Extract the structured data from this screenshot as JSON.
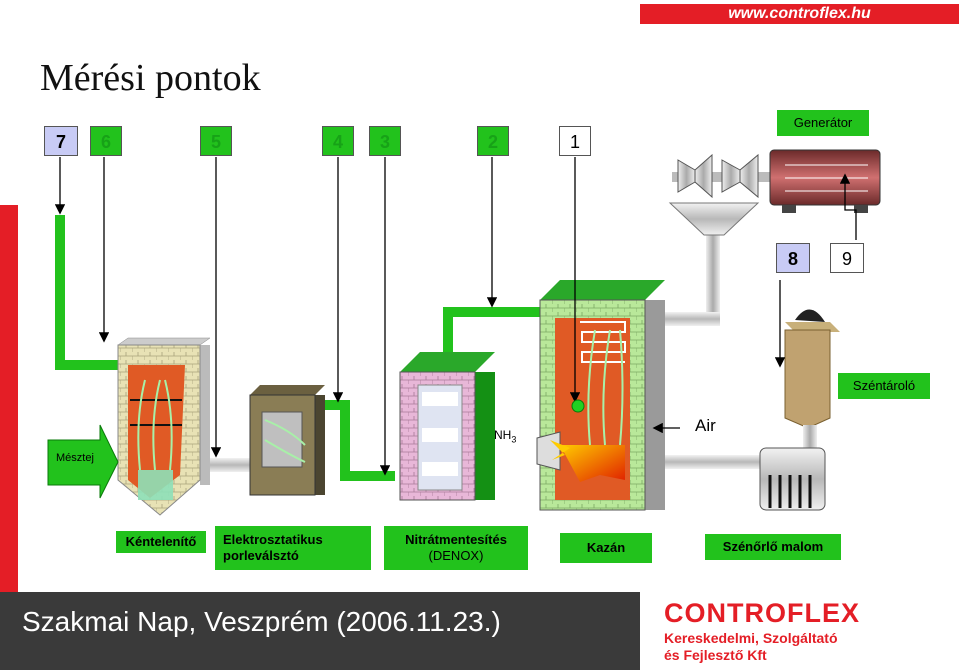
{
  "header": {
    "website": "www.controflex.hu"
  },
  "title": "Mérési pontok",
  "points": [
    "7",
    "6",
    "5",
    "4",
    "3",
    "2",
    "1",
    "8",
    "9"
  ],
  "labels": {
    "generator": "Generátor",
    "coal_storage": "Széntároló",
    "limestone_milk": "Mésztej",
    "nh3": "NH",
    "nh3_sub": "3",
    "air": "Air"
  },
  "units": {
    "desulfurizer": "Kéntelenítő",
    "electrostatic_line1": "Elektrosztatikus",
    "electrostatic_line2": "porleválsztó",
    "denox_line1": "Nitrátmentesítés",
    "denox_line2": "(DENOX)",
    "boiler": "Kazán",
    "coal_mill": "Szénőrlő malom"
  },
  "footer": {
    "event": "Szakmai Nap, Veszprém (2006.11.23.)",
    "brand": "CONTROFLEX",
    "brand_line1": "Kereskedelmi, Szolgáltató",
    "brand_line2": "és Fejlesztő Kft"
  },
  "colors": {
    "accent_red": "#e41e26",
    "pipe_green": "#22c21c",
    "point_blue": "#c8cbf5",
    "footer_gray": "#3a3a3a"
  }
}
